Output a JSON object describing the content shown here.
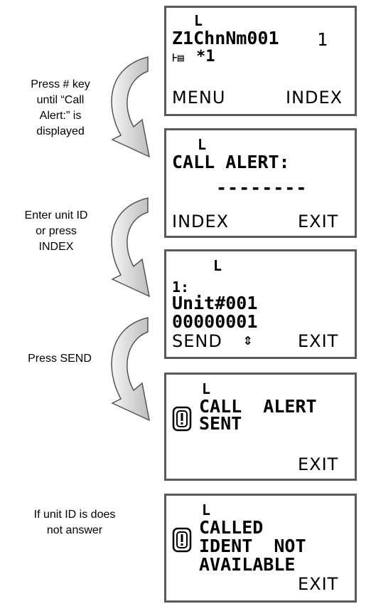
{
  "steps": [
    "Press # key\nuntil “Call\nAlert:” is\ndisplayed",
    "Enter unit ID\nor press\nINDEX",
    "Press SEND",
    "If unit ID is does\nnot answer"
  ],
  "screens": [
    {
      "indicator": "L",
      "line1_name": "Z1ChnNm001",
      "line1_num": "1",
      "line2": "*1",
      "soft_left": "MENU",
      "soft_right": "INDEX"
    },
    {
      "indicator": "L",
      "title": "CALL ALERT:",
      "entry": "--------",
      "soft_left": "INDEX",
      "soft_right": "EXIT"
    },
    {
      "indicator": "L",
      "line1": "1:",
      "line2": "Unit#001",
      "line3": "00000001",
      "soft_left": "SEND",
      "soft_right": "EXIT"
    },
    {
      "indicator": "L",
      "line1": "CALL  ALERT",
      "line2": "SENT",
      "soft_right": "EXIT"
    },
    {
      "indicator": "L",
      "line1": "CALLED",
      "line2": "IDENT  NOT",
      "line3": "AVAILABLE",
      "soft_right": "EXIT"
    }
  ],
  "colors": {
    "arrow_fill": "#d0d0d0",
    "arrow_stroke": "#555555",
    "frame": "#5a5a5a"
  }
}
